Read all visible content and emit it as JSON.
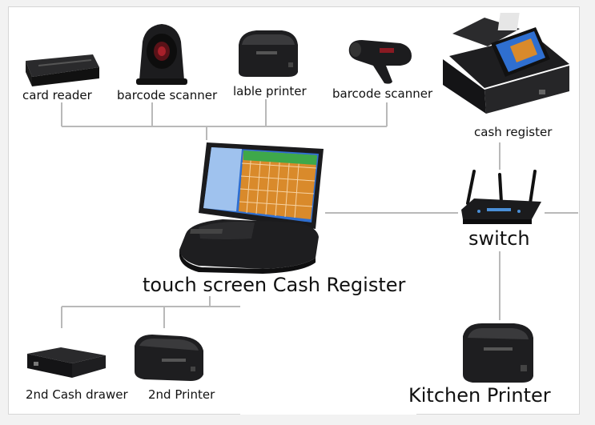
{
  "devices": {
    "card_reader": "card reader",
    "barcode_scanner_1": "barcode scanner",
    "label_printer": "lable printer",
    "barcode_scanner_2": "barcode scanner",
    "cash_register": "cash register",
    "touch_register": "touch screen Cash Register",
    "switch": "switch",
    "cash_drawer": "2nd Cash drawer",
    "second_printer": "2nd Printer",
    "kitchen_printer": "Kitchen Printer"
  },
  "colors": {
    "line": "#b9b9b9",
    "device_dark": "#1c1c1e",
    "screen_blue": "#2f6fd0",
    "screen_grid": "#d98a2b"
  }
}
